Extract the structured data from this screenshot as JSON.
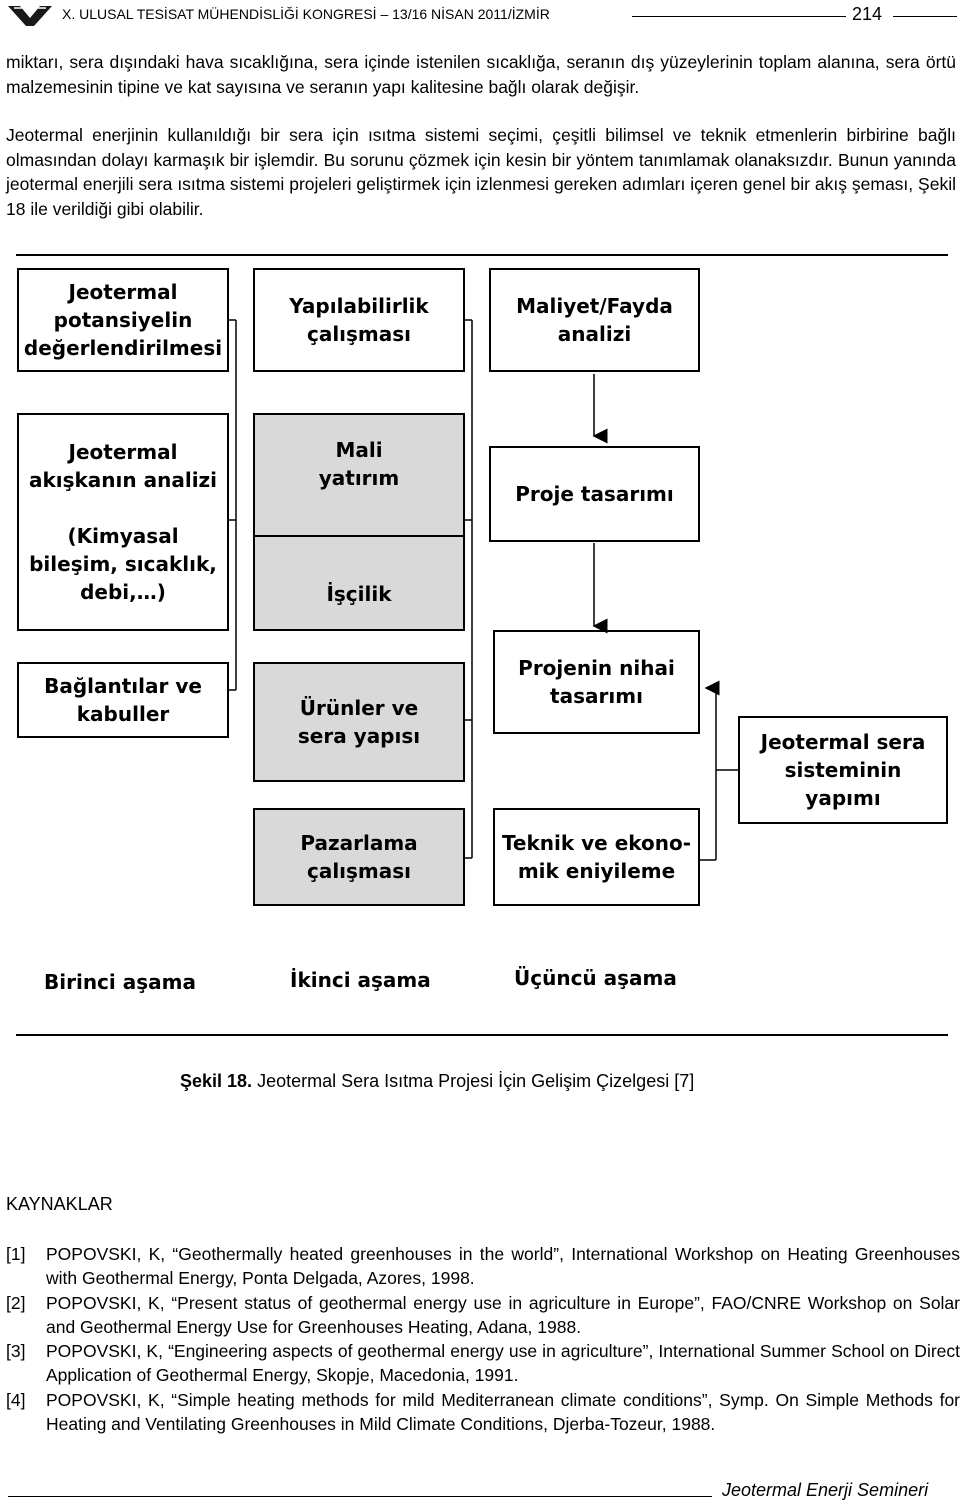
{
  "header": {
    "title": "X. ULUSAL TESİSAT MÜHENDİSLİĞİ KONGRESİ – 13/16 NİSAN 2011/İZMİR",
    "page_number": "214"
  },
  "paragraphs": [
    "miktarı, sera dışındaki hava sıcaklığına, sera içinde istenilen sıcaklığa, seranın dış yüzeylerinin toplam alanına, sera örtü malzemesinin tipine ve kat sayısına ve seranın yapı kalitesine bağlı olarak değişir.",
    "Jeotermal enerjinin kullanıldığı bir sera için ısıtma sistemi seçimi, çeşitli bilimsel ve teknik etmenlerin birbirine bağlı olmasından dolayı karmaşık bir işlemdir. Bu sorunu çözmek için kesin bir yöntem tanımlamak olanaksızdır. Bunun yanında jeotermal enerjili sera ısıtma sistemi projeleri geliştirmek için izlenmesi gereken adımları içeren genel bir akış şeması, Şekil 18 ile verildiği gibi olabilir."
  ],
  "diagram": {
    "col1": {
      "box1": [
        "Jeotermal",
        "potansiyelin",
        "değerlendirilmesi"
      ],
      "box2": [
        "Jeotermal",
        "akışkanın analizi",
        "",
        "(Kimyasal",
        "bileşim, sıcaklık,",
        "debi,…)"
      ],
      "box3": [
        "Bağlantılar ve",
        "kabuller"
      ]
    },
    "col2": {
      "box1": [
        "Yapılabilirlik",
        "çalışması"
      ],
      "box2a": [
        "Mali",
        "yatırım"
      ],
      "box2b": [
        "İşçilik"
      ],
      "box3": [
        "Ürünler ve",
        "sera yapısı"
      ],
      "box4": [
        "Pazarlama",
        "çalışması"
      ]
    },
    "col3": {
      "box1": [
        "Maliyet/Fayda",
        "analizi"
      ],
      "box2": [
        "Proje tasarımı"
      ],
      "box3": [
        "Projenin nihai",
        "tasarımı"
      ],
      "box4": [
        "Teknik ve ekono-",
        "mik eniyileme"
      ]
    },
    "col4": {
      "box1": [
        "Jeotermal sera",
        "sisteminin",
        "yapımı"
      ]
    },
    "stages": [
      "Birinci aşama",
      "İkinci aşama",
      "Üçüncü aşama"
    ]
  },
  "caption": {
    "label": "Şekil 18.",
    "text": "Jeotermal Sera Isıtma Projesi İçin Gelişim Çizelgesi [7]"
  },
  "references": {
    "heading": "KAYNAKLAR",
    "items": [
      {
        "num": "[1]",
        "text": "POPOVSKI, K, “Geothermally heated greenhouses in the world”, International Workshop on Heating Greenhouses with Geothermal Energy, Ponta Delgada, Azores, 1998."
      },
      {
        "num": "[2]",
        "text": "POPOVSKI, K, “Present status of geothermal energy use in agriculture in Europe”, FAO/CNRE Workshop on Solar and Geothermal Energy Use for Greenhouses Heating, Adana, 1988."
      },
      {
        "num": "[3]",
        "text": "POPOVSKI, K, “Engineering aspects of geothermal energy use in agriculture”, International Summer School on Direct Application of Geothermal Energy, Skopje, Macedonia, 1991."
      },
      {
        "num": "[4]",
        "text": "POPOVSKI, K, “Simple heating methods for mild Mediterranean climate conditions”, Symp. On Simple Methods for Heating and Ventilating Greenhouses in Mild Climate Conditions, Djerba-Tozeur, 1988."
      }
    ]
  },
  "footer": {
    "text": "Jeotermal Enerji Semineri"
  }
}
